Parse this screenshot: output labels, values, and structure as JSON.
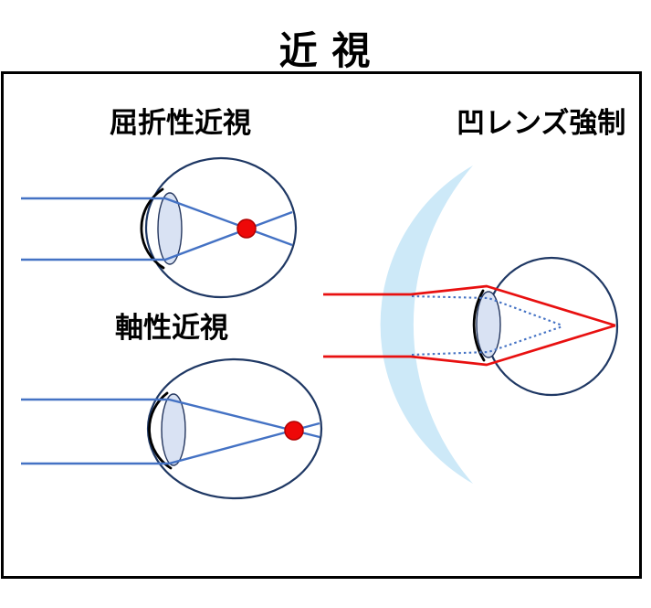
{
  "title": "近 視",
  "panels": {
    "refractive": {
      "label": "屈折性近視"
    },
    "axial": {
      "label": "軸性近視"
    },
    "correction": {
      "label": "凹レンズ強制"
    }
  },
  "colors": {
    "background": "#FFFFFF",
    "frame_border": "#000000",
    "text": "#000000",
    "ray_blue": "#4472C4",
    "dotted_ray": "#4472C4",
    "ray_red": "#E81010",
    "eye_outline": "#1F3864",
    "cornea": "#000000",
    "eye_lens_fill": "#D9E2F3",
    "eye_lens_stroke": "#24365E",
    "focal_dot_fill": "#EE0808",
    "focal_dot_stroke": "#B00000",
    "concave_lens_fill": "#CDE9F8"
  }
}
